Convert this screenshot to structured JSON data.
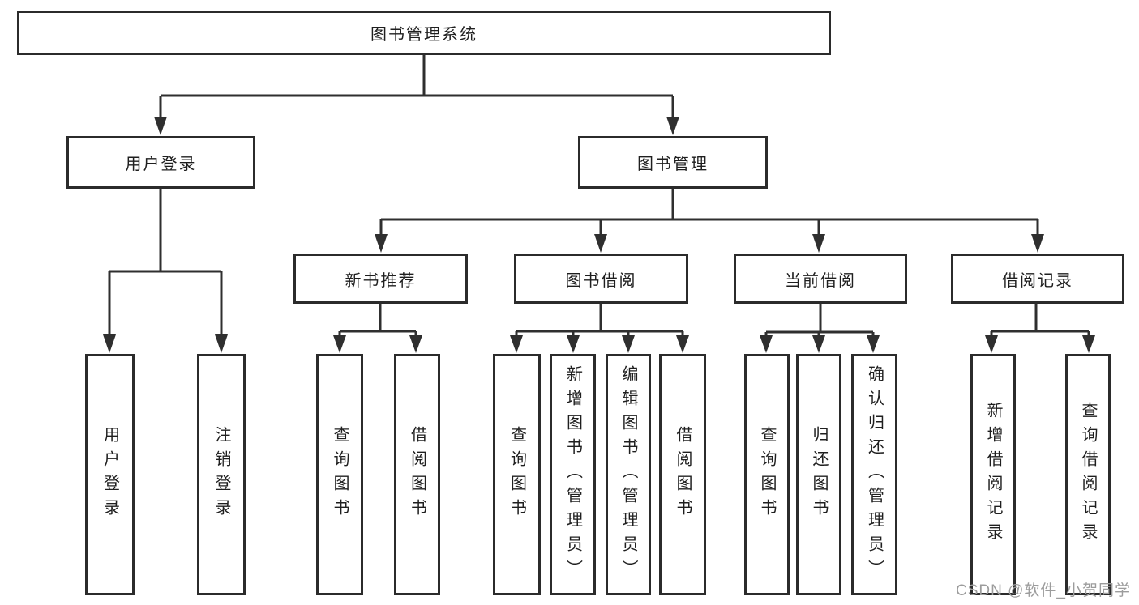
{
  "diagram": {
    "title": "图书管理系统",
    "watermark": "CSDN @软件_小贺同学",
    "colors": {
      "background": "#ffffff",
      "line": "#2f2f2f",
      "box_border": "#2b2b2b",
      "text": "#1f1f1f",
      "watermark": "#9c9c9c"
    },
    "nodes": {
      "root": {
        "label": "图书管理系统"
      },
      "level1": [
        {
          "id": "user-login",
          "label": "用户登录"
        },
        {
          "id": "book-management",
          "label": "图书管理"
        }
      ],
      "level2": [
        {
          "id": "new-book-recommend",
          "parent": "book-management",
          "label": "新书推荐"
        },
        {
          "id": "book-borrowing",
          "parent": "book-management",
          "label": "图书借阅"
        },
        {
          "id": "current-borrowing",
          "parent": "book-management",
          "label": "当前借阅"
        },
        {
          "id": "borrowing-records",
          "parent": "book-management",
          "label": "借阅记录"
        }
      ],
      "leaves": [
        {
          "parent": "user-login",
          "label": "用户登录"
        },
        {
          "parent": "user-login",
          "label": "注销登录"
        },
        {
          "parent": "new-book-recommend",
          "label": "查询图书"
        },
        {
          "parent": "new-book-recommend",
          "label": "借阅图书"
        },
        {
          "parent": "book-borrowing",
          "label": "查询图书"
        },
        {
          "parent": "book-borrowing",
          "label": "新增图书（管理员）"
        },
        {
          "parent": "book-borrowing",
          "label": "编辑图书（管理员）"
        },
        {
          "parent": "book-borrowing",
          "label": "借阅图书"
        },
        {
          "parent": "current-borrowing",
          "label": "查询图书"
        },
        {
          "parent": "current-borrowing",
          "label": "归还图书"
        },
        {
          "parent": "current-borrowing",
          "label": "确认归还（管理员）"
        },
        {
          "parent": "borrowing-records",
          "label": "新增借阅记录"
        },
        {
          "parent": "borrowing-records",
          "label": "查询借阅记录"
        }
      ]
    }
  }
}
